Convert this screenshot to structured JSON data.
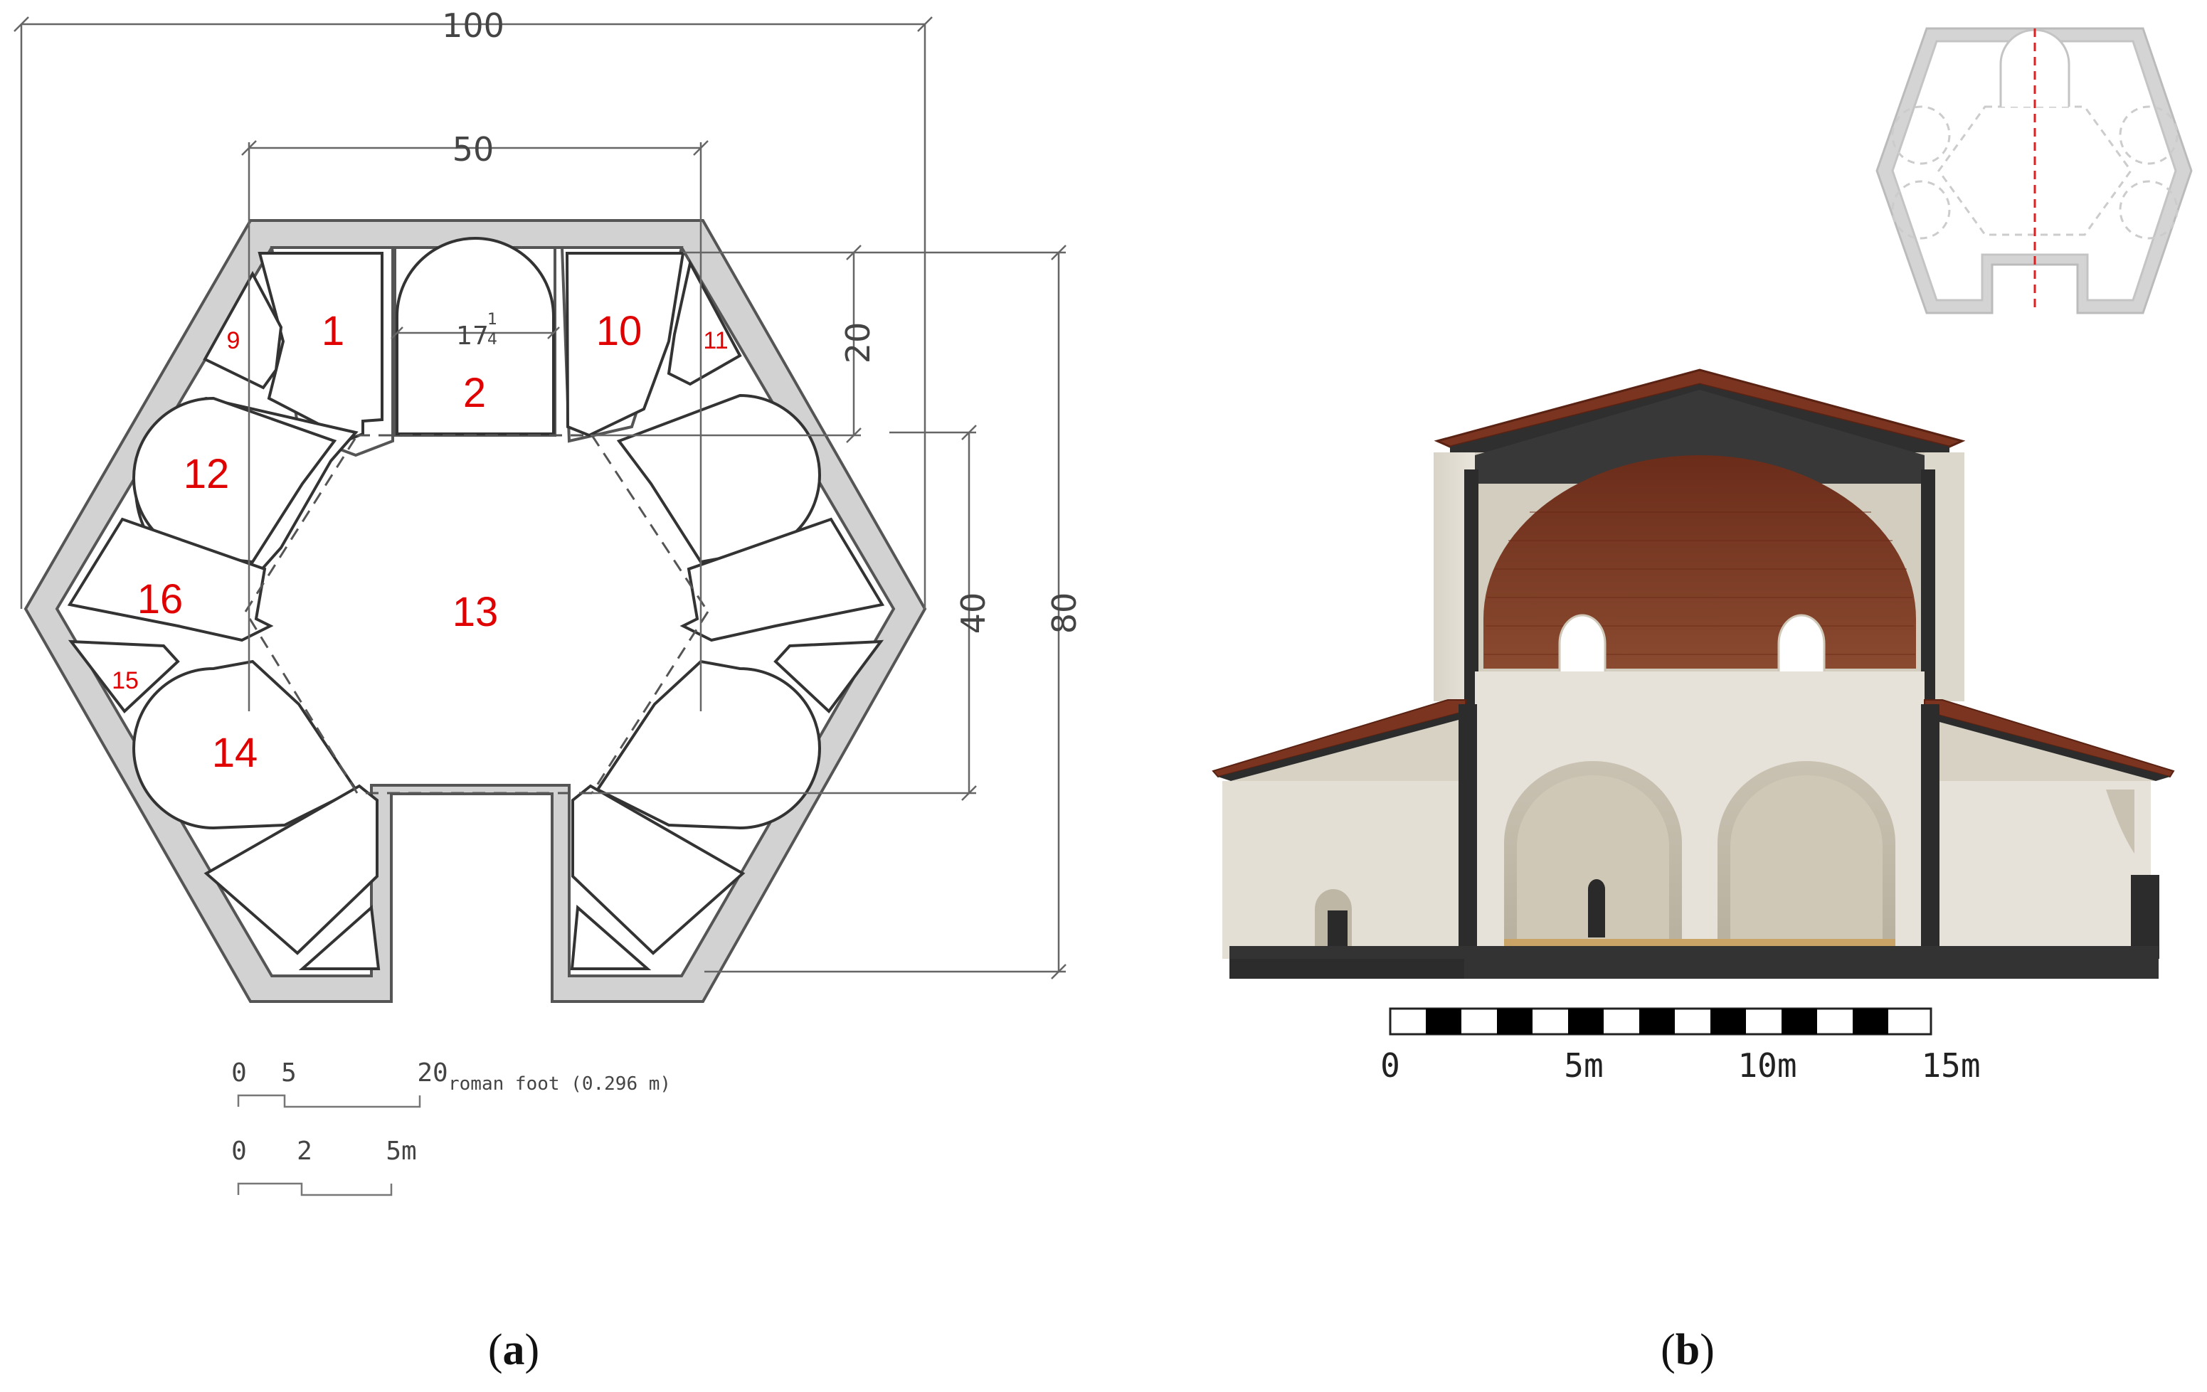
{
  "panel_a": {
    "dims": {
      "overall": "100",
      "inner": "50",
      "span": "17",
      "span_num": "1",
      "span_den": "4",
      "depth": "20",
      "center": "40",
      "height": "80"
    },
    "rooms": {
      "r1": "1",
      "r2": "2",
      "r9": "9",
      "r10": "10",
      "r11": "11",
      "r12": "12",
      "r13": "13",
      "r14": "14",
      "r15": "15",
      "r16": "16"
    },
    "scale_feet": {
      "t0": "0",
      "t5": "5",
      "t20": "20",
      "unit": "roman foot (0.296 m)"
    },
    "scale_m": {
      "t0": "0",
      "t2": "2",
      "t5": "5m"
    },
    "caption_open": "(",
    "caption_letter": "a",
    "caption_close": ")"
  },
  "panel_b": {
    "scale": {
      "t0": "0",
      "t5": "5m",
      "t10": "10m",
      "t15": "15m"
    },
    "caption_open": "(",
    "caption_letter": "b",
    "caption_close": ")"
  },
  "colors": {
    "wall": "#d2d2d2",
    "wall_stroke": "#555555",
    "room_label": "#e00000",
    "roof": "#7a3420",
    "plaster": "#e6e2d9",
    "dark": "#333333",
    "key_line": "#e02020"
  }
}
